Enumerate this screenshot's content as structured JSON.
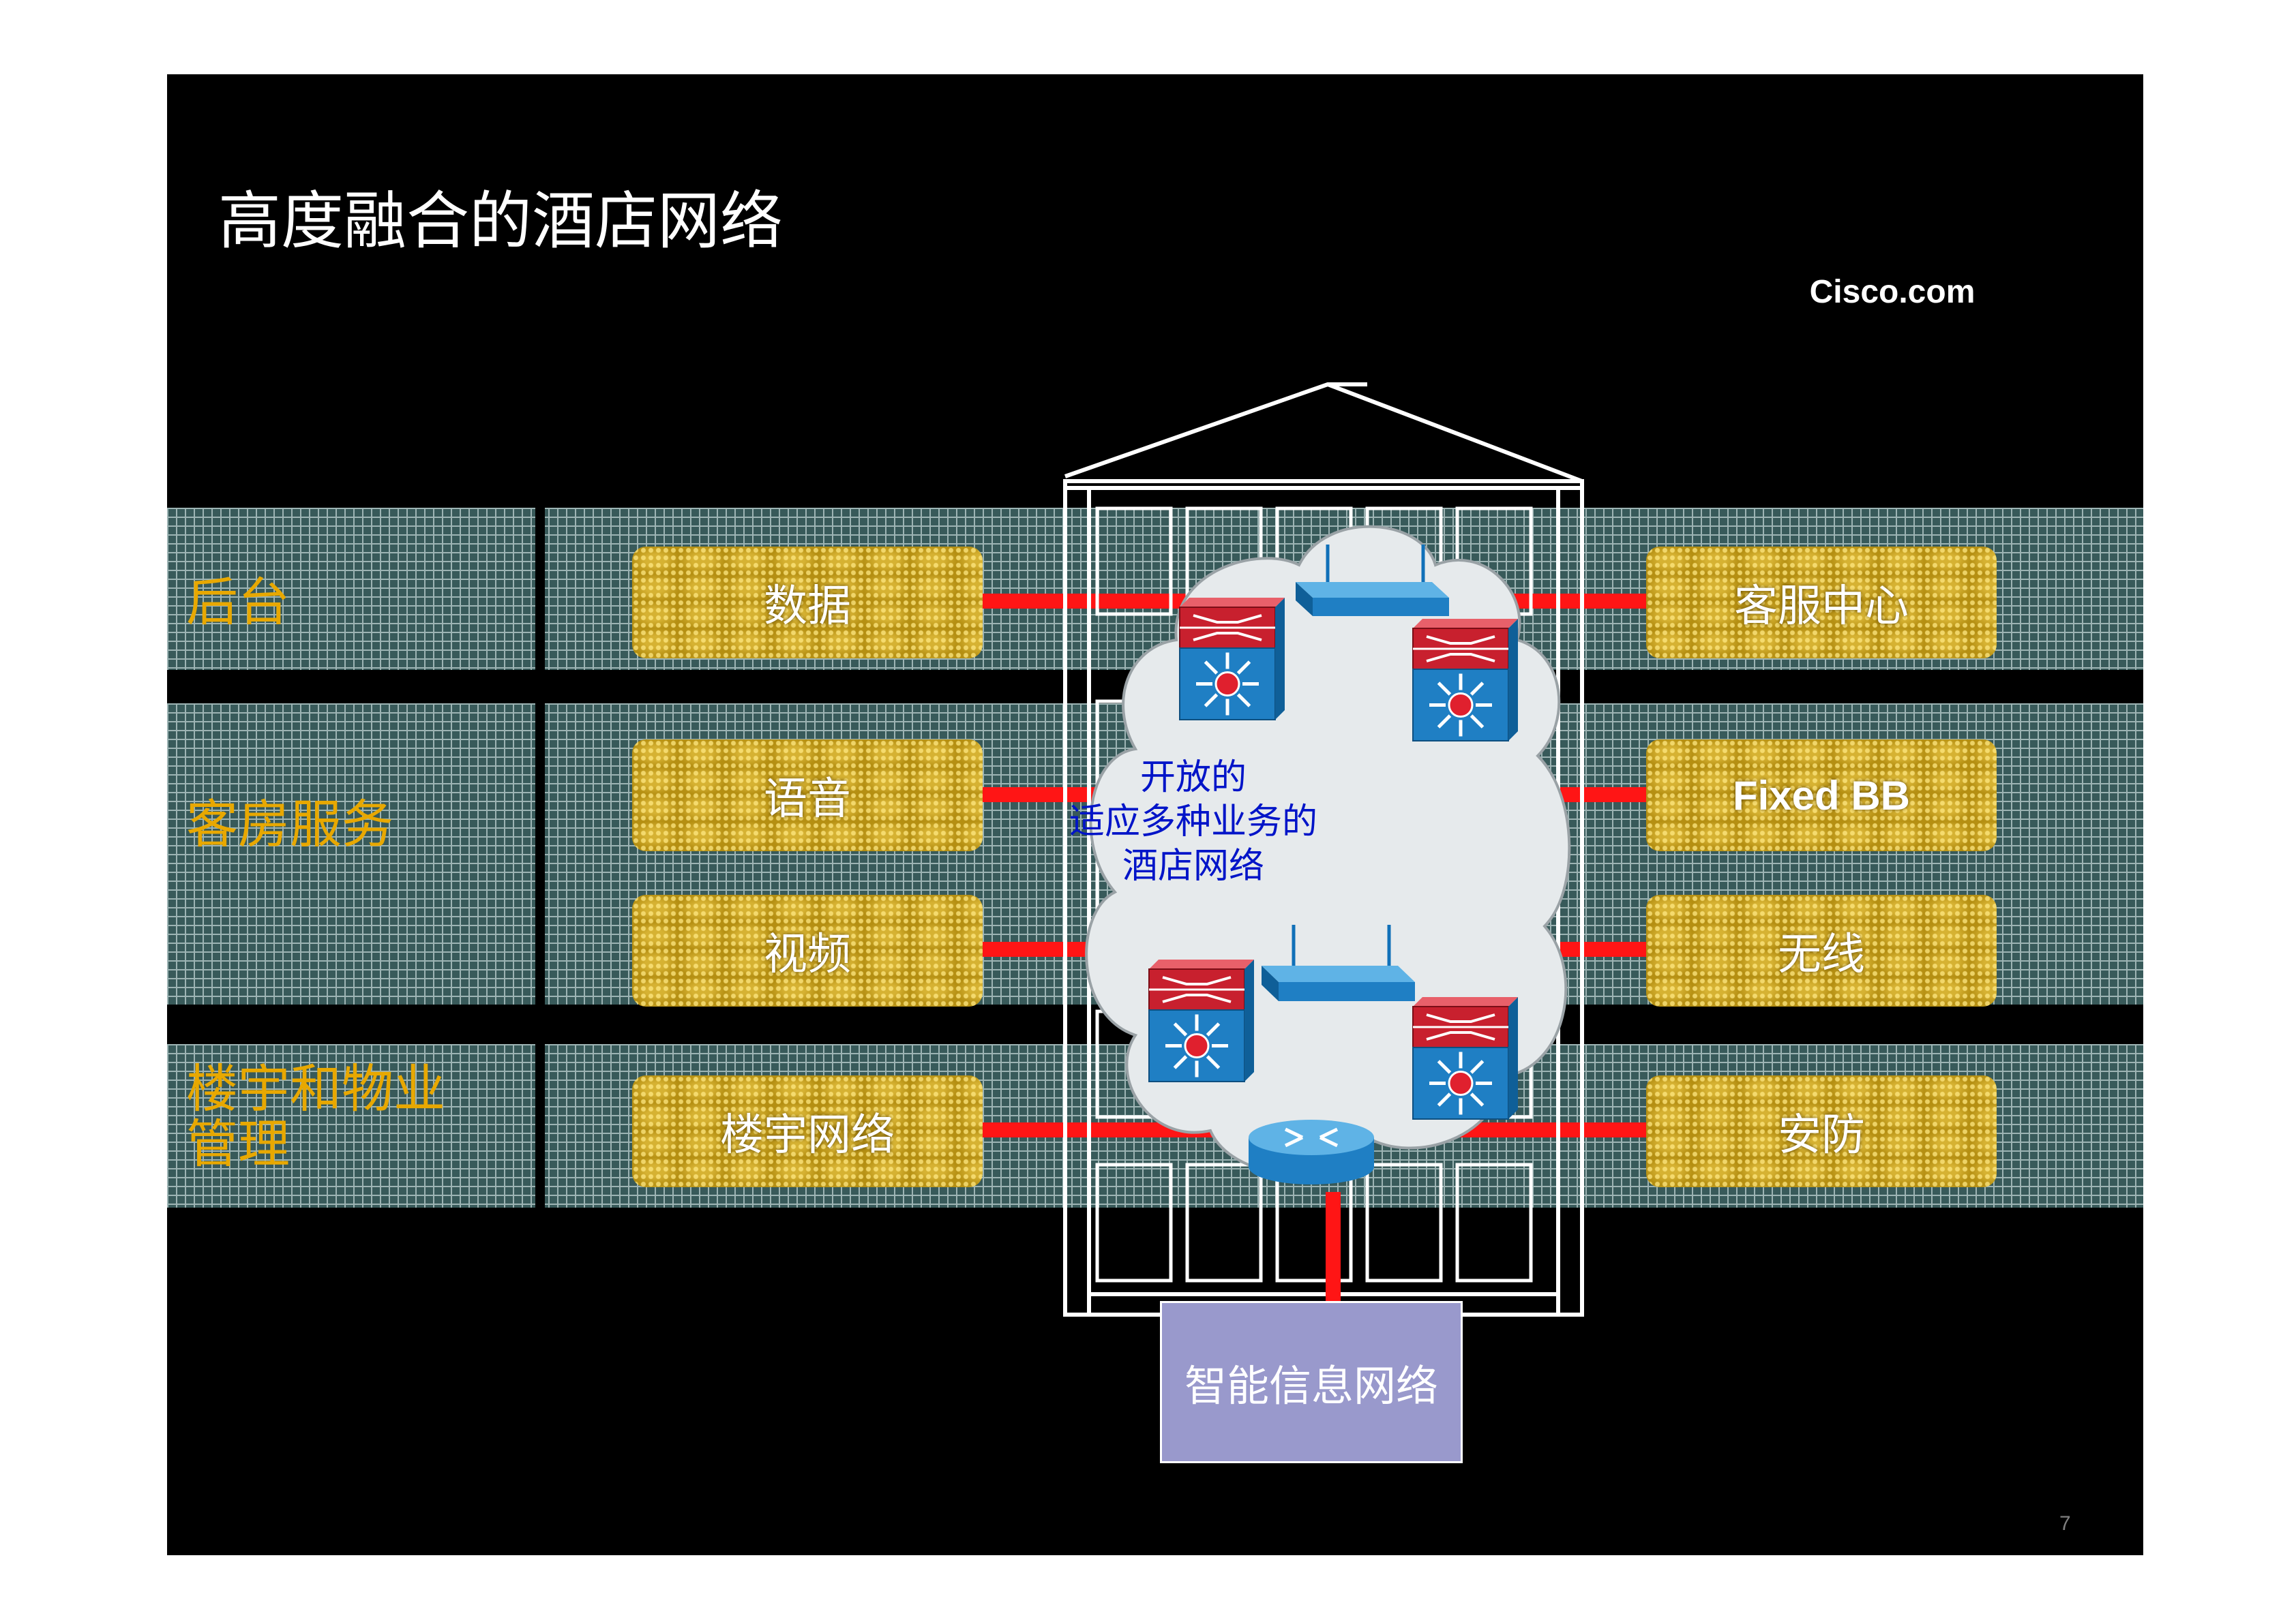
{
  "slide": {
    "title": "高度融合的酒店网络",
    "brand": "Cisco.com",
    "page_number": "7"
  },
  "categories": {
    "back_office": "后台",
    "guest_services": "客房服务",
    "building_line1": "楼宇和物业",
    "building_line2": "管理"
  },
  "left_services": {
    "data": "数据",
    "voice": "语音",
    "video": "视频",
    "building_network": "楼宇网络"
  },
  "right_services": {
    "customer_center": "客服中心",
    "fixed_bb": "Fixed BB",
    "wireless": "无线",
    "security": "安防"
  },
  "cloud": {
    "line1": "开放的",
    "line2": "适应多种业务的",
    "line3": "酒店网络"
  },
  "bottom": {
    "label": "智能信息网络"
  },
  "icons": [
    "access-point-icon",
    "layer3-switch-icon",
    "router-icon"
  ],
  "colors": {
    "slide_background": "#000000",
    "title_bar": "#366566",
    "category_text": "#e8a800",
    "service_tile": "#b58f12",
    "connection_line": "#ff1515",
    "cloud": "#e6eaec",
    "cloud_text": "#0014c8",
    "bottom_box": "#9999cc"
  }
}
